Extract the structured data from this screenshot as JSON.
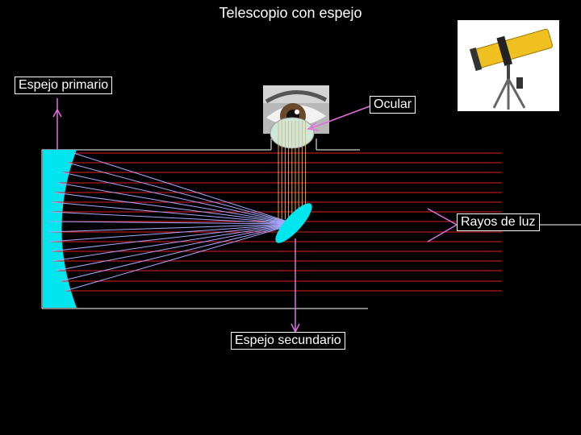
{
  "title": "Telescopio con espejo",
  "labels": {
    "primary_mirror": "Espejo primario",
    "eyepiece": "Ocular",
    "light_rays": "Rayos de luz",
    "secondary_mirror": "Espejo secundario"
  },
  "colors": {
    "background": "#000000",
    "text": "#ffffff",
    "mirror": "#00e5ee",
    "ray_incoming": "#e02020",
    "ray_reflected": "#a8a8ff",
    "ray_to_eyepiece": "#f0a040",
    "pointer": "#e070e0",
    "eyepiece_lens": "#cde8d8"
  },
  "icons": [
    "eye-photo",
    "telescope-photo"
  ]
}
